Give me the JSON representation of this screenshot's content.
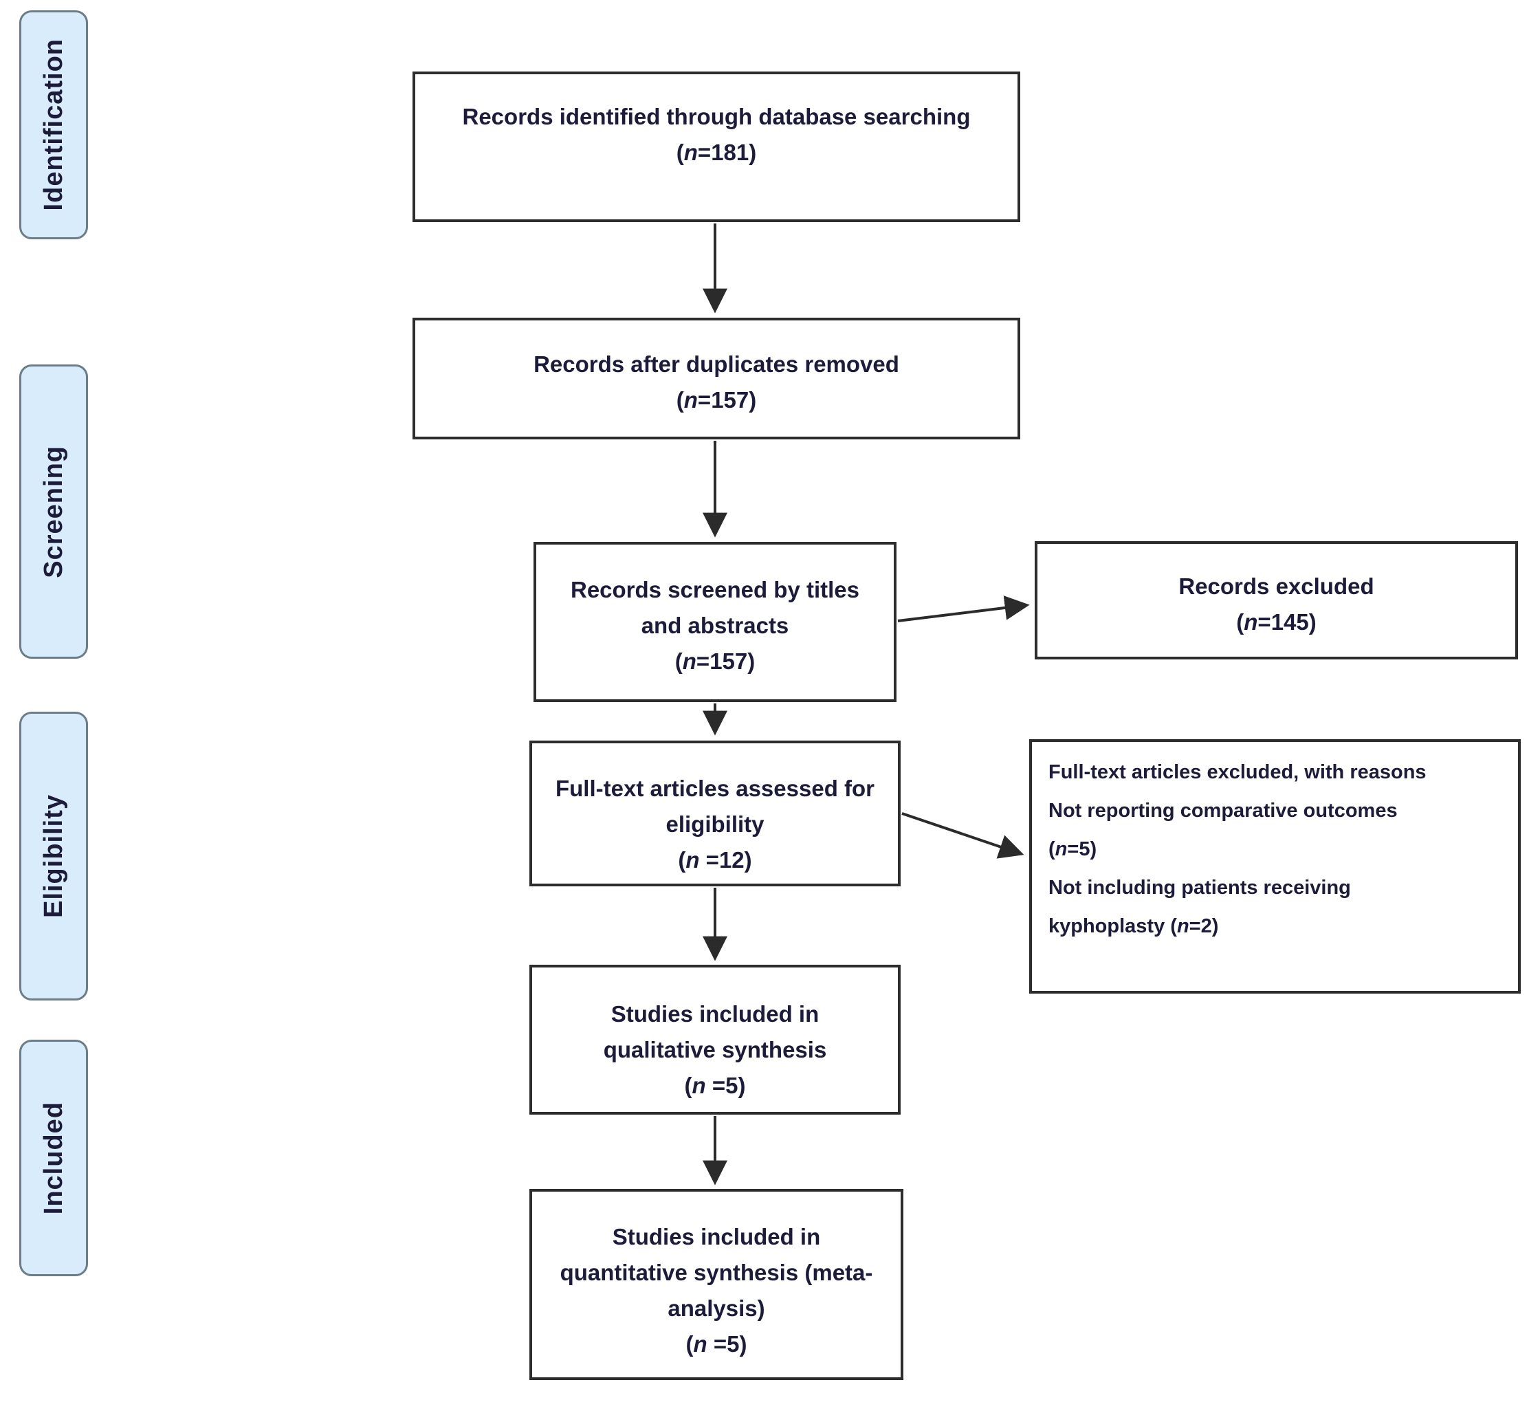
{
  "colors": {
    "box_border": "#2d2d2d",
    "arrow": "#2b2b2b",
    "text": "#1c1c3a",
    "stage_fill": "#d9ecfb",
    "stage_border": "#6b7d87"
  },
  "stages": [
    {
      "label": "Identification"
    },
    {
      "label": "Screening"
    },
    {
      "label": "Eligibility"
    },
    {
      "label": "Included"
    }
  ],
  "boxes": {
    "identified": {
      "lines": [
        "Records identified through database searching",
        "(n=181)"
      ]
    },
    "deduplicated": {
      "lines": [
        "Records after duplicates removed",
        "(n=157)"
      ]
    },
    "screened": {
      "lines": [
        "Records screened by titles",
        "and abstracts",
        "(n=157)"
      ]
    },
    "fulltext": {
      "lines": [
        "Full-text articles assessed for",
        "eligibility",
        "(n =12)"
      ]
    },
    "qualitative": {
      "lines": [
        "Studies included in",
        "qualitative synthesis",
        "(n =5)"
      ]
    },
    "quantitative": {
      "lines": [
        "Studies included in",
        "quantitative synthesis (meta-",
        "analysis)",
        "(n =5)"
      ]
    },
    "records_excluded": {
      "lines": [
        "Records excluded",
        "(n=145)"
      ]
    },
    "fulltext_excluded": {
      "lines": [
        "Full-text articles excluded, with reasons",
        "Not reporting comparative outcomes",
        "(n=5)",
        "Not including patients receiving",
        "kyphoplasty (n=2)"
      ]
    }
  }
}
